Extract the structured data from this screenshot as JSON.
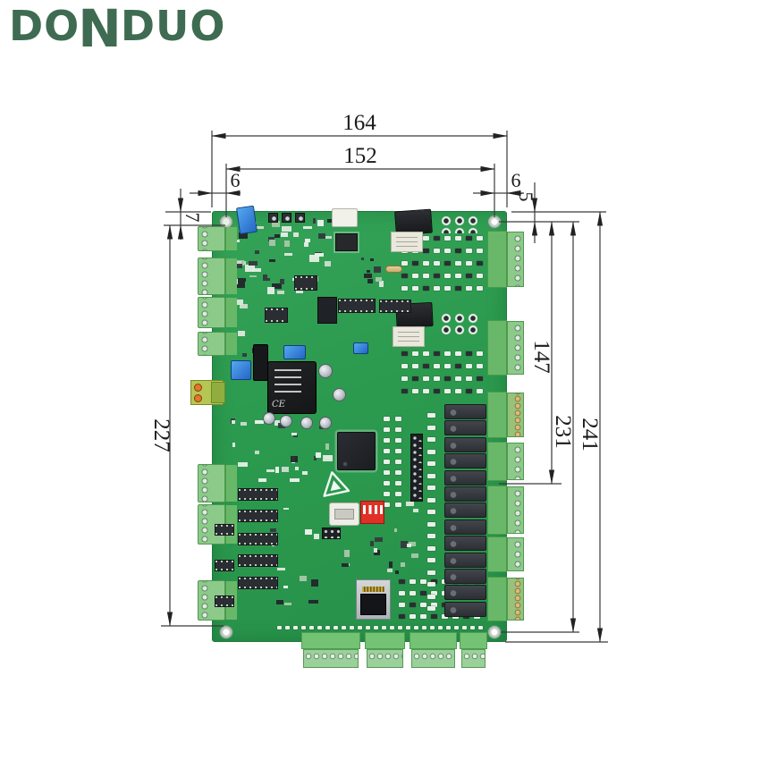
{
  "brand": {
    "logo_prefix": "DO",
    "logo_stylized": "N",
    "logo_suffix": "DUO",
    "logo_color": "#3e6b51"
  },
  "drawing": {
    "dimensions": {
      "overall_width": "164",
      "hole_span_width": "152",
      "left_edge_to_hole": "6",
      "right_edge_to_hole": "6",
      "top_edge_to_hole": "5",
      "top_edge_to_connector": "7",
      "connector_column_height": "227",
      "hole_to_relay_terminal": "147",
      "hole_span_height": "231",
      "overall_height": "241"
    },
    "annotation_color": "#1c1c1c"
  },
  "board": {
    "pcb_color": "#2d9b50",
    "terminal_block_color": "#8cca8a",
    "relay_color": "#35383d",
    "dip_switch_color": "#df3126",
    "trimmer_color": "#3a8fe0",
    "psu_marking": "CE"
  }
}
